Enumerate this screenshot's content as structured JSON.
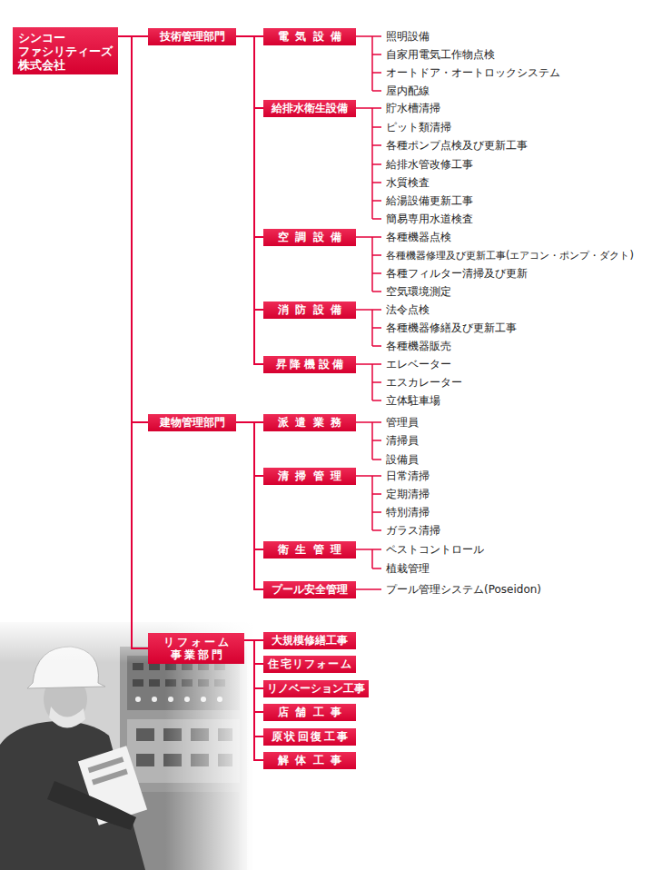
{
  "diagram": {
    "nodes": [
      {
        "text": [
          "シンコー ファシリティーズ 株式会社"
        ]
      },
      {
        "text": [
          "技術管理部門"
        ]
      },
      {
        "text": [
          "電気設備"
        ]
      },
      {
        "text": [
          "給排水衛生設備"
        ]
      },
      {
        "text": [
          "空調設備"
        ]
      },
      {
        "text": [
          "消防設備"
        ]
      },
      {
        "text": [
          "昇降機設備"
        ]
      },
      {
        "text": [
          "建物管理部門"
        ]
      },
      {
        "text": [
          "派遣業務"
        ]
      },
      {
        "text": [
          "清掃管理"
        ]
      },
      {
        "text": [
          "衛生管理"
        ]
      },
      {
        "text": [
          "プール安全管理"
        ]
      },
      {
        "text": [
          "リフォーム 事業部門"
        ]
      },
      {
        "text": [
          "大規模修繕工事"
        ]
      },
      {
        "text": [
          "住宅リフォーム"
        ]
      },
      {
        "text": [
          "リノベーション工事"
        ]
      },
      {
        "text": [
          "店舗工事"
        ]
      },
      {
        "text": [
          "原状回復工事"
        ]
      },
      {
        "text": [
          "解体工事"
        ]
      }
    ],
    "edges": [
      {
        "from": 0,
        "to": 1,
        "arrow": "none"
      },
      {
        "from": 0,
        "to": 7,
        "arrow": "none"
      },
      {
        "from": 0,
        "to": 12,
        "arrow": "none"
      },
      {
        "from": 1,
        "to": 2,
        "arrow": "none"
      },
      {
        "from": 1,
        "to": 3,
        "arrow": "none"
      },
      {
        "from": 1,
        "to": 4,
        "arrow": "none"
      },
      {
        "from": 1,
        "to": 5,
        "arrow": "none"
      },
      {
        "from": 1,
        "to": 6,
        "arrow": "none"
      },
      {
        "from": 7,
        "to": 8,
        "arrow": "none"
      },
      {
        "from": 7,
        "to": 9,
        "arrow": "none"
      },
      {
        "from": 7,
        "to": 10,
        "arrow": "none"
      },
      {
        "from": 7,
        "to": 11,
        "arrow": "none"
      },
      {
        "from": 12,
        "to": 13,
        "arrow": "none"
      },
      {
        "from": 12,
        "to": 14,
        "arrow": "none"
      },
      {
        "from": 12,
        "to": 15,
        "arrow": "none"
      },
      {
        "from": 12,
        "to": 16,
        "arrow": "none"
      },
      {
        "from": 12,
        "to": 17,
        "arrow": "none"
      },
      {
        "from": 12,
        "to": 18,
        "arrow": "none"
      }
    ],
    "labels": [
      "照明設備",
      "自家用電気工作物点検",
      "オートドア・オートロックシステム",
      "屋内配線",
      "貯水槽清掃",
      "ピット類清掃",
      "各種ポンプ点検及び更新工事",
      "給排水管改修工事",
      "水質検査",
      "給湯設備更新工事",
      "簡易専用水道検査",
      "各種機器点検",
      "各種機器修理及び更新工事(エアコン・ポンプ・ダクト)",
      "各種フィルター清掃及び更新",
      "空気環境測定",
      "法令点検",
      "各種機器修繕及び更新工事",
      "各種機器販売",
      "エレベーター",
      "エスカレーター",
      "立体駐車場",
      "管理員",
      "清掃員",
      "設備員",
      "日常清掃",
      "定期清掃",
      "特別清掃",
      "ガラス清掃",
      "ペストコントロール",
      "植栽管理",
      "プール管理システム(Poseidon)"
    ]
  }
}
